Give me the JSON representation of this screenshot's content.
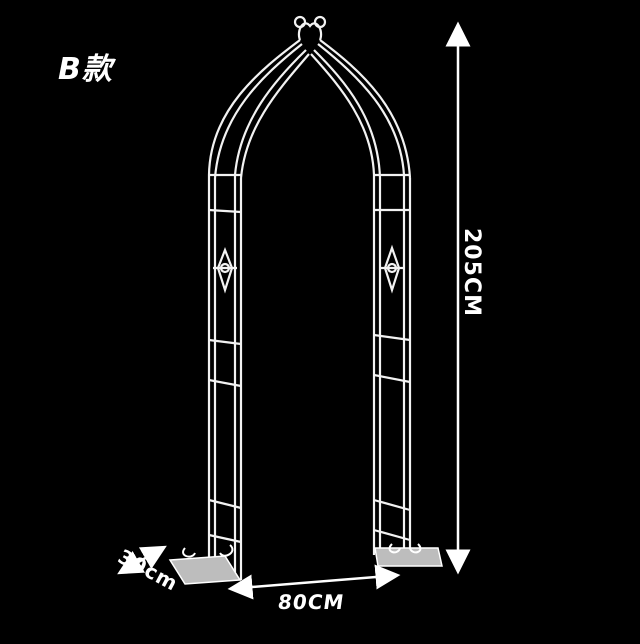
{
  "variant_label": "B款",
  "dimensions": {
    "height": "205CM",
    "width": "80CM",
    "depth": "30cm"
  },
  "colors": {
    "background": "#000000",
    "frame": "#ffffff"
  }
}
